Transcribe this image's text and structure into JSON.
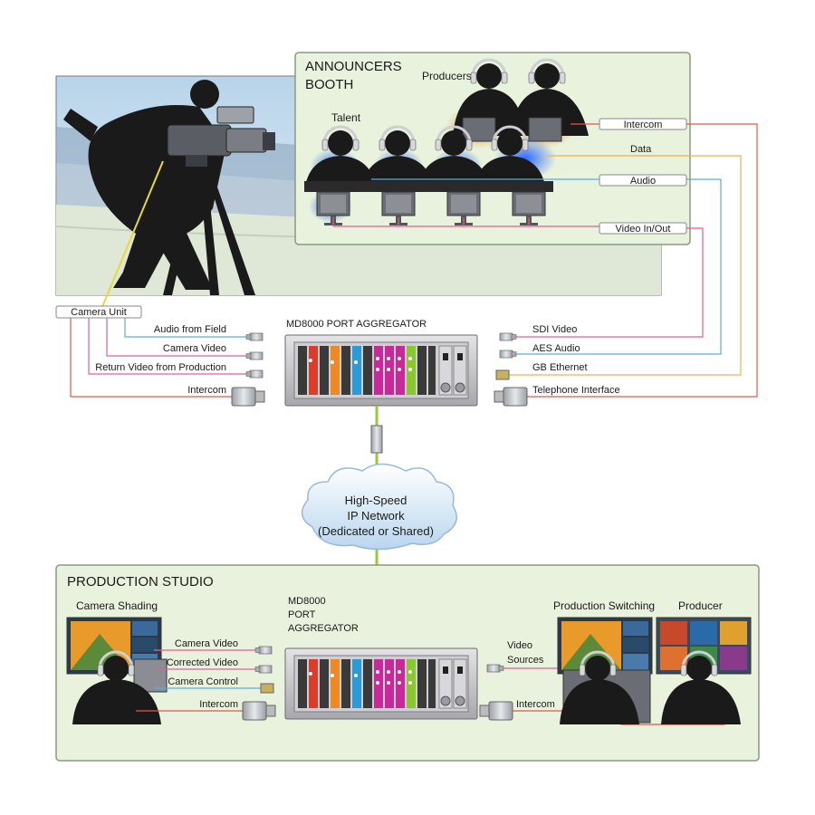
{
  "booth": {
    "title_line1": "ANNOUNCERS",
    "title_line2": "BOOTH",
    "producers": "Producers",
    "talent": "Talent",
    "intercom": "Intercom",
    "data": "Data",
    "audio": "Audio",
    "video_in_out": "Video In/Out"
  },
  "field": {
    "camera_unit": "Camera Unit",
    "audio_from_field": "Audio from Field",
    "camera_video": "Camera Video",
    "return_video": "Return Video from Production",
    "intercom": "Intercom"
  },
  "aggregator_top": {
    "title": "MD8000  PORT AGGREGATOR",
    "sdi_video": "SDI Video",
    "aes_audio": "AES Audio",
    "gb_ethernet": "GB Ethernet",
    "telephone_interface": "Telephone Interface"
  },
  "network": {
    "line1": "High-Speed",
    "line2": "IP Network",
    "line3": "(Dedicated or Shared)"
  },
  "studio": {
    "title": "PRODUCTION STUDIO",
    "camera_shading": "Camera Shading",
    "aggregator_line1": "MD8000",
    "aggregator_line2": "PORT",
    "aggregator_line3": "AGGREGATOR",
    "production_switching": "Production Switching",
    "producer": "Producer",
    "camera_video": "Camera Video",
    "corrected_video": "Corrected Video",
    "camera_control": "Camera Control",
    "intercom_left": "Intercom",
    "video_sources_line1": "Video",
    "video_sources_line2": "Sources",
    "intercom_right": "Intercom"
  },
  "colors": {
    "panel_fill": "#e8f2dc",
    "panel_border": "#8a9a80",
    "intercom_line": "#e05a4a",
    "video_line": "#e0609a",
    "audio_line": "#5aaee0",
    "data_line": "#f0b050",
    "fiber": "#9ac83a",
    "silhouette": "#1a1a1a"
  }
}
